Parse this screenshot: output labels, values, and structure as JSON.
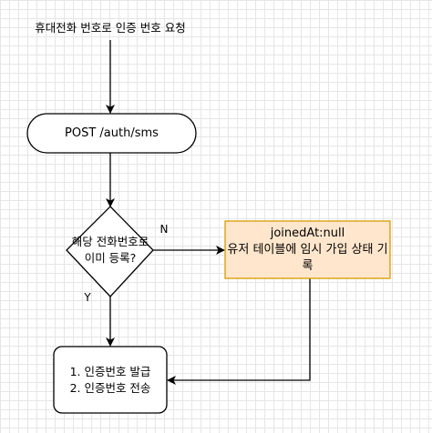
{
  "nodes": {
    "start_text": "휴대전화 번호로 인증 번호 요청",
    "post_request": "POST /auth/sms",
    "decision": "해당 전화번호로\n이미 등록?",
    "temp_record": "joinedAt:null\n유저 테이블에 임시 가입 상태 기록",
    "send_code": "1. 인증번호 발급\n2. 인증번호 전송"
  },
  "edges": {
    "no_label": "N",
    "yes_label": "Y"
  },
  "colors": {
    "stroke": "#000000",
    "highlight_fill": "#ffe6cc",
    "highlight_stroke": "#d79b00"
  }
}
